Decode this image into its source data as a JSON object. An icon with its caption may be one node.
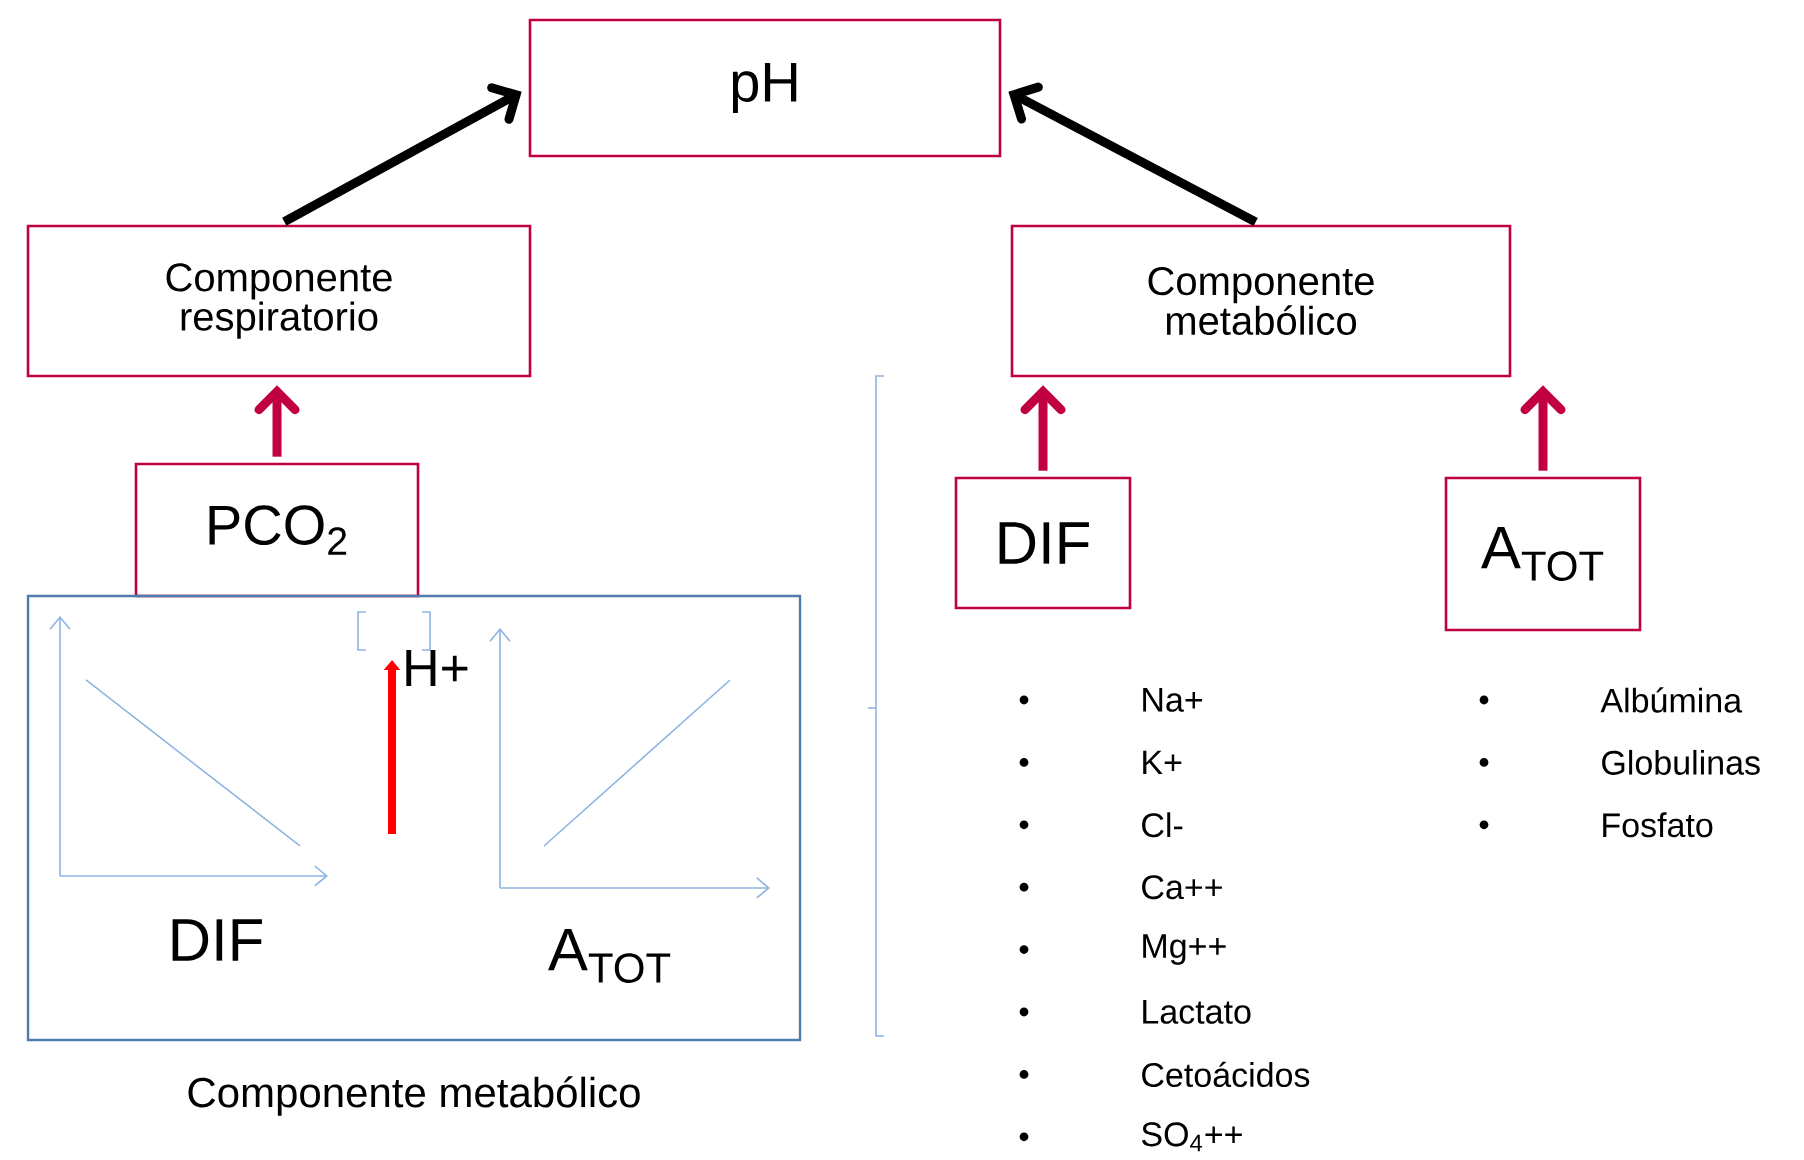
{
  "diagram": {
    "nodes": [
      {
        "text": [
          "pH"
        ]
      },
      {
        "text": [
          "Componente respiratorio"
        ]
      },
      {
        "text": [
          "Componente metabólico"
        ]
      },
      {
        "text": [
          "PCO$_{2}$"
        ]
      },
      {
        "text": [
          "DIF"
        ]
      },
      {
        "text": [
          "A$_{TOT}$"
        ]
      },
      {
        "text": [
          "H+",
          "DIF",
          "A$_{TOT}$"
        ],
        "beside": [
          "Componente metabólico"
        ]
      }
    ],
    "edges": [
      {
        "from": 1,
        "to": 0,
        "arrow": "to",
        "color": "#000000"
      },
      {
        "from": 2,
        "to": 0,
        "arrow": "to",
        "color": "#000000"
      },
      {
        "from": 3,
        "to": 1,
        "arrow": "to"
      },
      {
        "from": 4,
        "to": 2,
        "arrow": "to"
      },
      {
        "from": 5,
        "to": 2,
        "arrow": "to"
      }
    ],
    "labels": [
      "Na+",
      "K+",
      "Cl-",
      "Ca++",
      "Mg++",
      "Lactato",
      "Cetoácidos",
      "SO$_{4}$++",
      "Albúmina",
      "Globulinas",
      "Fosfato"
    ]
  }
}
